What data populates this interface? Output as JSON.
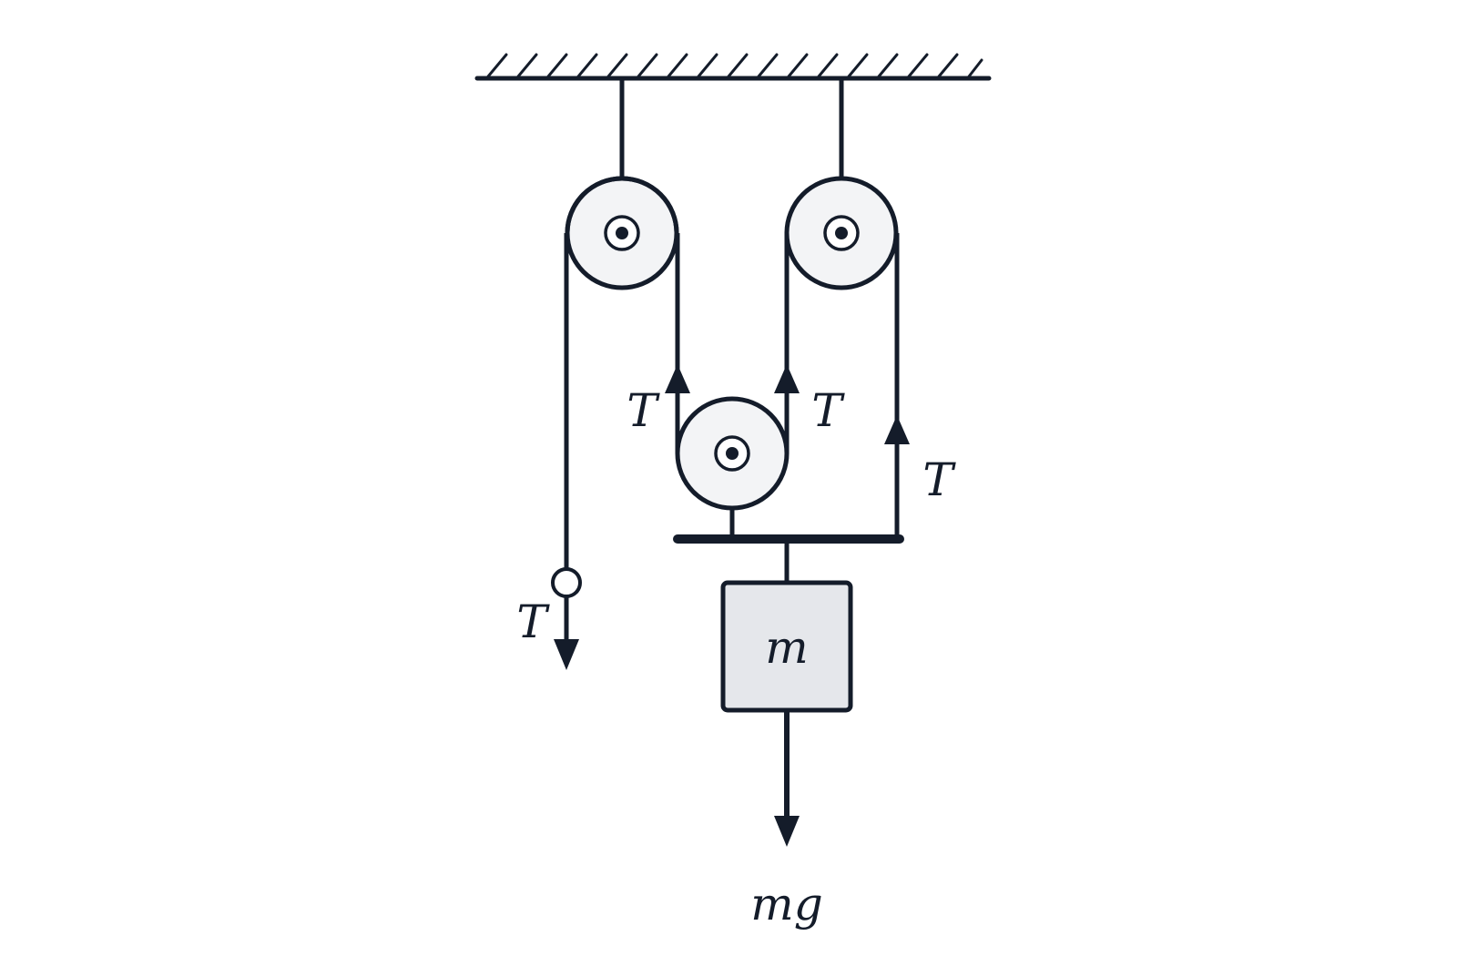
{
  "labels": {
    "tension_left_free_end": "T",
    "tension_moving_pulley_left": "T",
    "tension_moving_pulley_right": "T",
    "tension_bar_right": "T",
    "block_mass": "m",
    "weight": "mg"
  },
  "colors": {
    "stroke": "#141c2a",
    "pulley_fill": "#f3f4f6",
    "block_fill": "#e5e7eb",
    "background": "#ffffff"
  }
}
